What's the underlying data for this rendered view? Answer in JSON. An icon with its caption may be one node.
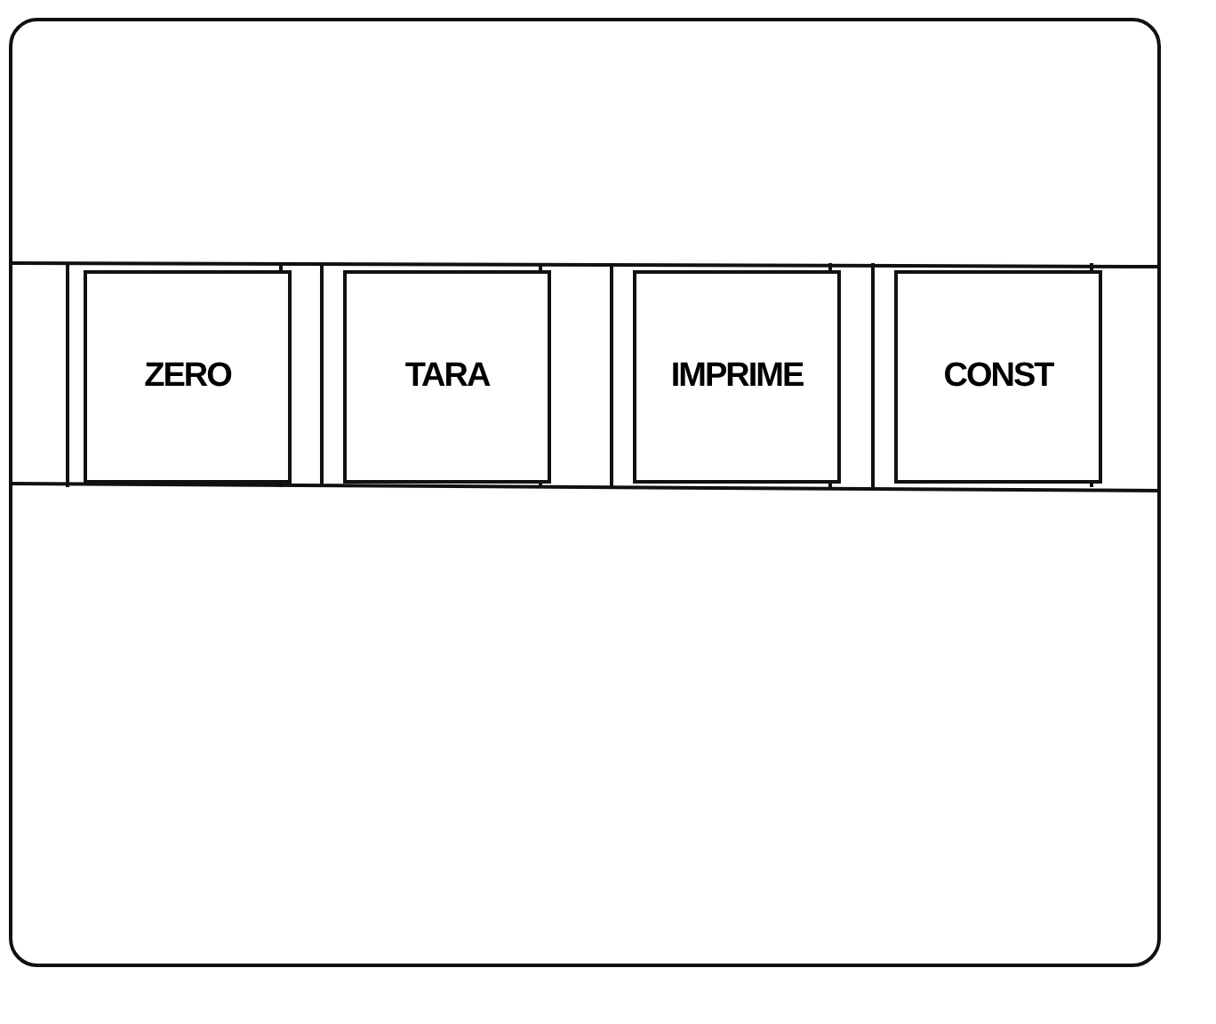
{
  "diagram": {
    "nodes": [
      {
        "text": [],
        "shape": "box"
      },
      {
        "text": [
          "ZERO"
        ],
        "in": 0
      },
      {
        "text": [
          "TARA"
        ],
        "in": 0
      },
      {
        "text": [
          "IMPRIME"
        ],
        "in": 0
      },
      {
        "text": [
          "CONST"
        ],
        "in": 0
      }
    ]
  }
}
